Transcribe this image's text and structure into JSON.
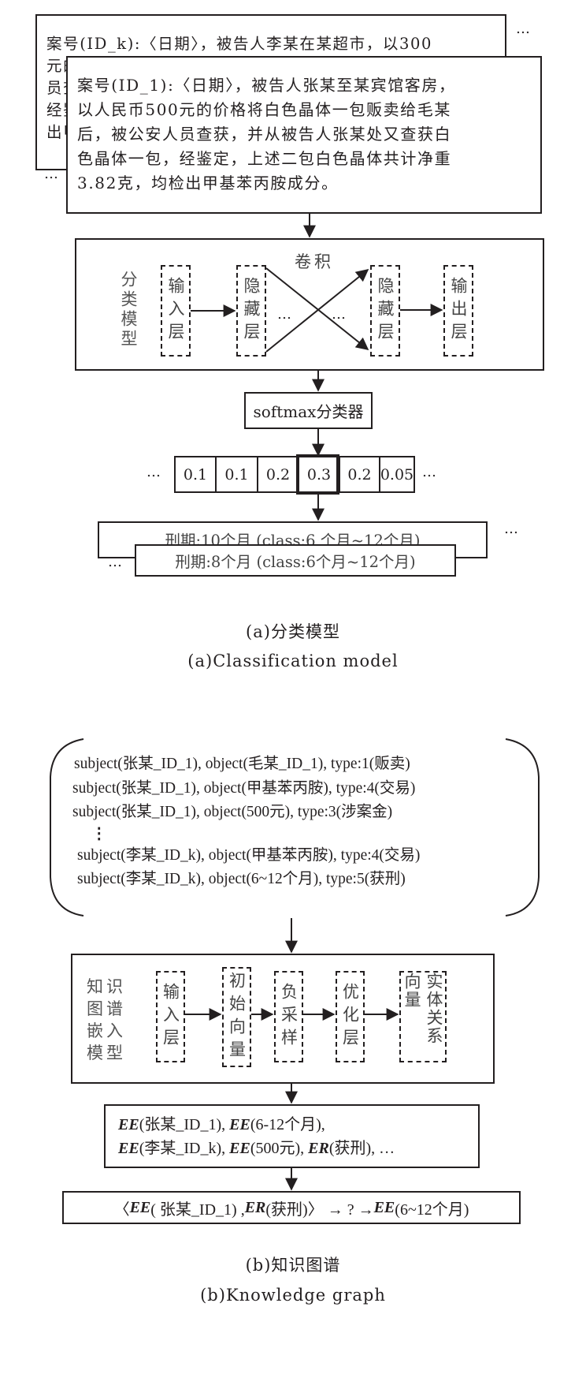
{
  "panel_a": {
    "case_k": {
      "lines": [
        "案号(ID_k):〈日期〉，被告人李某在某超市，以300",
        "元的",
        "员查",
        "经鉴",
        "出甲"
      ]
    },
    "case_1": {
      "lines": [
        "案号(ID_1):〈日期〉，被告人张某至某宾馆客房，",
        "以人民币500元的价格将白色晶体一包贩卖给毛某",
        "后，被公安人员查获，并从被告人张某处又查获白",
        "色晶体一包，经鉴定，上述二包白色晶体共计净重",
        "3.82克，均检出甲基苯丙胺成分。"
      ]
    },
    "ellipsis": "…",
    "model": {
      "label": "分类模型",
      "conv_label": "卷积",
      "layers": [
        "输入层",
        "隐藏层",
        "隐藏层",
        "输出层"
      ],
      "mid_dots": "…"
    },
    "softmax_label": "softmax分类器",
    "probabilities": [
      "0.1",
      "0.1",
      "0.2",
      "0.3",
      "0.2",
      "0.05"
    ],
    "highlighted_index": 3,
    "results": {
      "back": "刑期:10个月 (class:6 个月~12个月)",
      "front": "刑期:8个月 (class:6个月~12个月)"
    },
    "caption_cn": "(a)分类模型",
    "caption_en": "(a)Classification model"
  },
  "panel_b": {
    "triples": [
      "subject(张某_ID_1), object(毛某_ID_1), type:1(贩卖)",
      "subject(张某_ID_1), object(甲基苯丙胺), type:4(交易)",
      "subject(张某_ID_1), object(500元), type:3(涉案金)",
      "⋮",
      "subject(李某_ID_k), object(甲基苯丙胺), type:4(交易)",
      "subject(李某_ID_k), object(6~12个月), type:5(获刑)"
    ],
    "model": {
      "label": "知识图谱嵌入模型",
      "layers": [
        "输入层",
        "初始向量",
        "负采样",
        "优化层",
        "实体关系向量"
      ]
    },
    "embeddings": {
      "line1": [
        {
          "tag": "EE",
          "text": "(张某_ID_1), "
        },
        {
          "tag": "EE",
          "text": "(6-12个月),"
        }
      ],
      "line2": [
        {
          "tag": "EE",
          "text": "(李某_ID_k), "
        },
        {
          "tag": "EE",
          "text": "(500元), "
        },
        {
          "tag": "ER",
          "text": "(获刑), …"
        }
      ]
    },
    "query": {
      "prefix": "〈",
      "head_tag": "EE",
      "head_text": "( 张某_ID_1) , ",
      "rel_tag": "ER",
      "rel_text": " (获刑)〉 → ? → ",
      "tail_tag": "EE",
      "tail_text": " (6~12个月)"
    },
    "caption_cn": "(b)知识图谱",
    "caption_en": "(b)Knowledge graph"
  }
}
